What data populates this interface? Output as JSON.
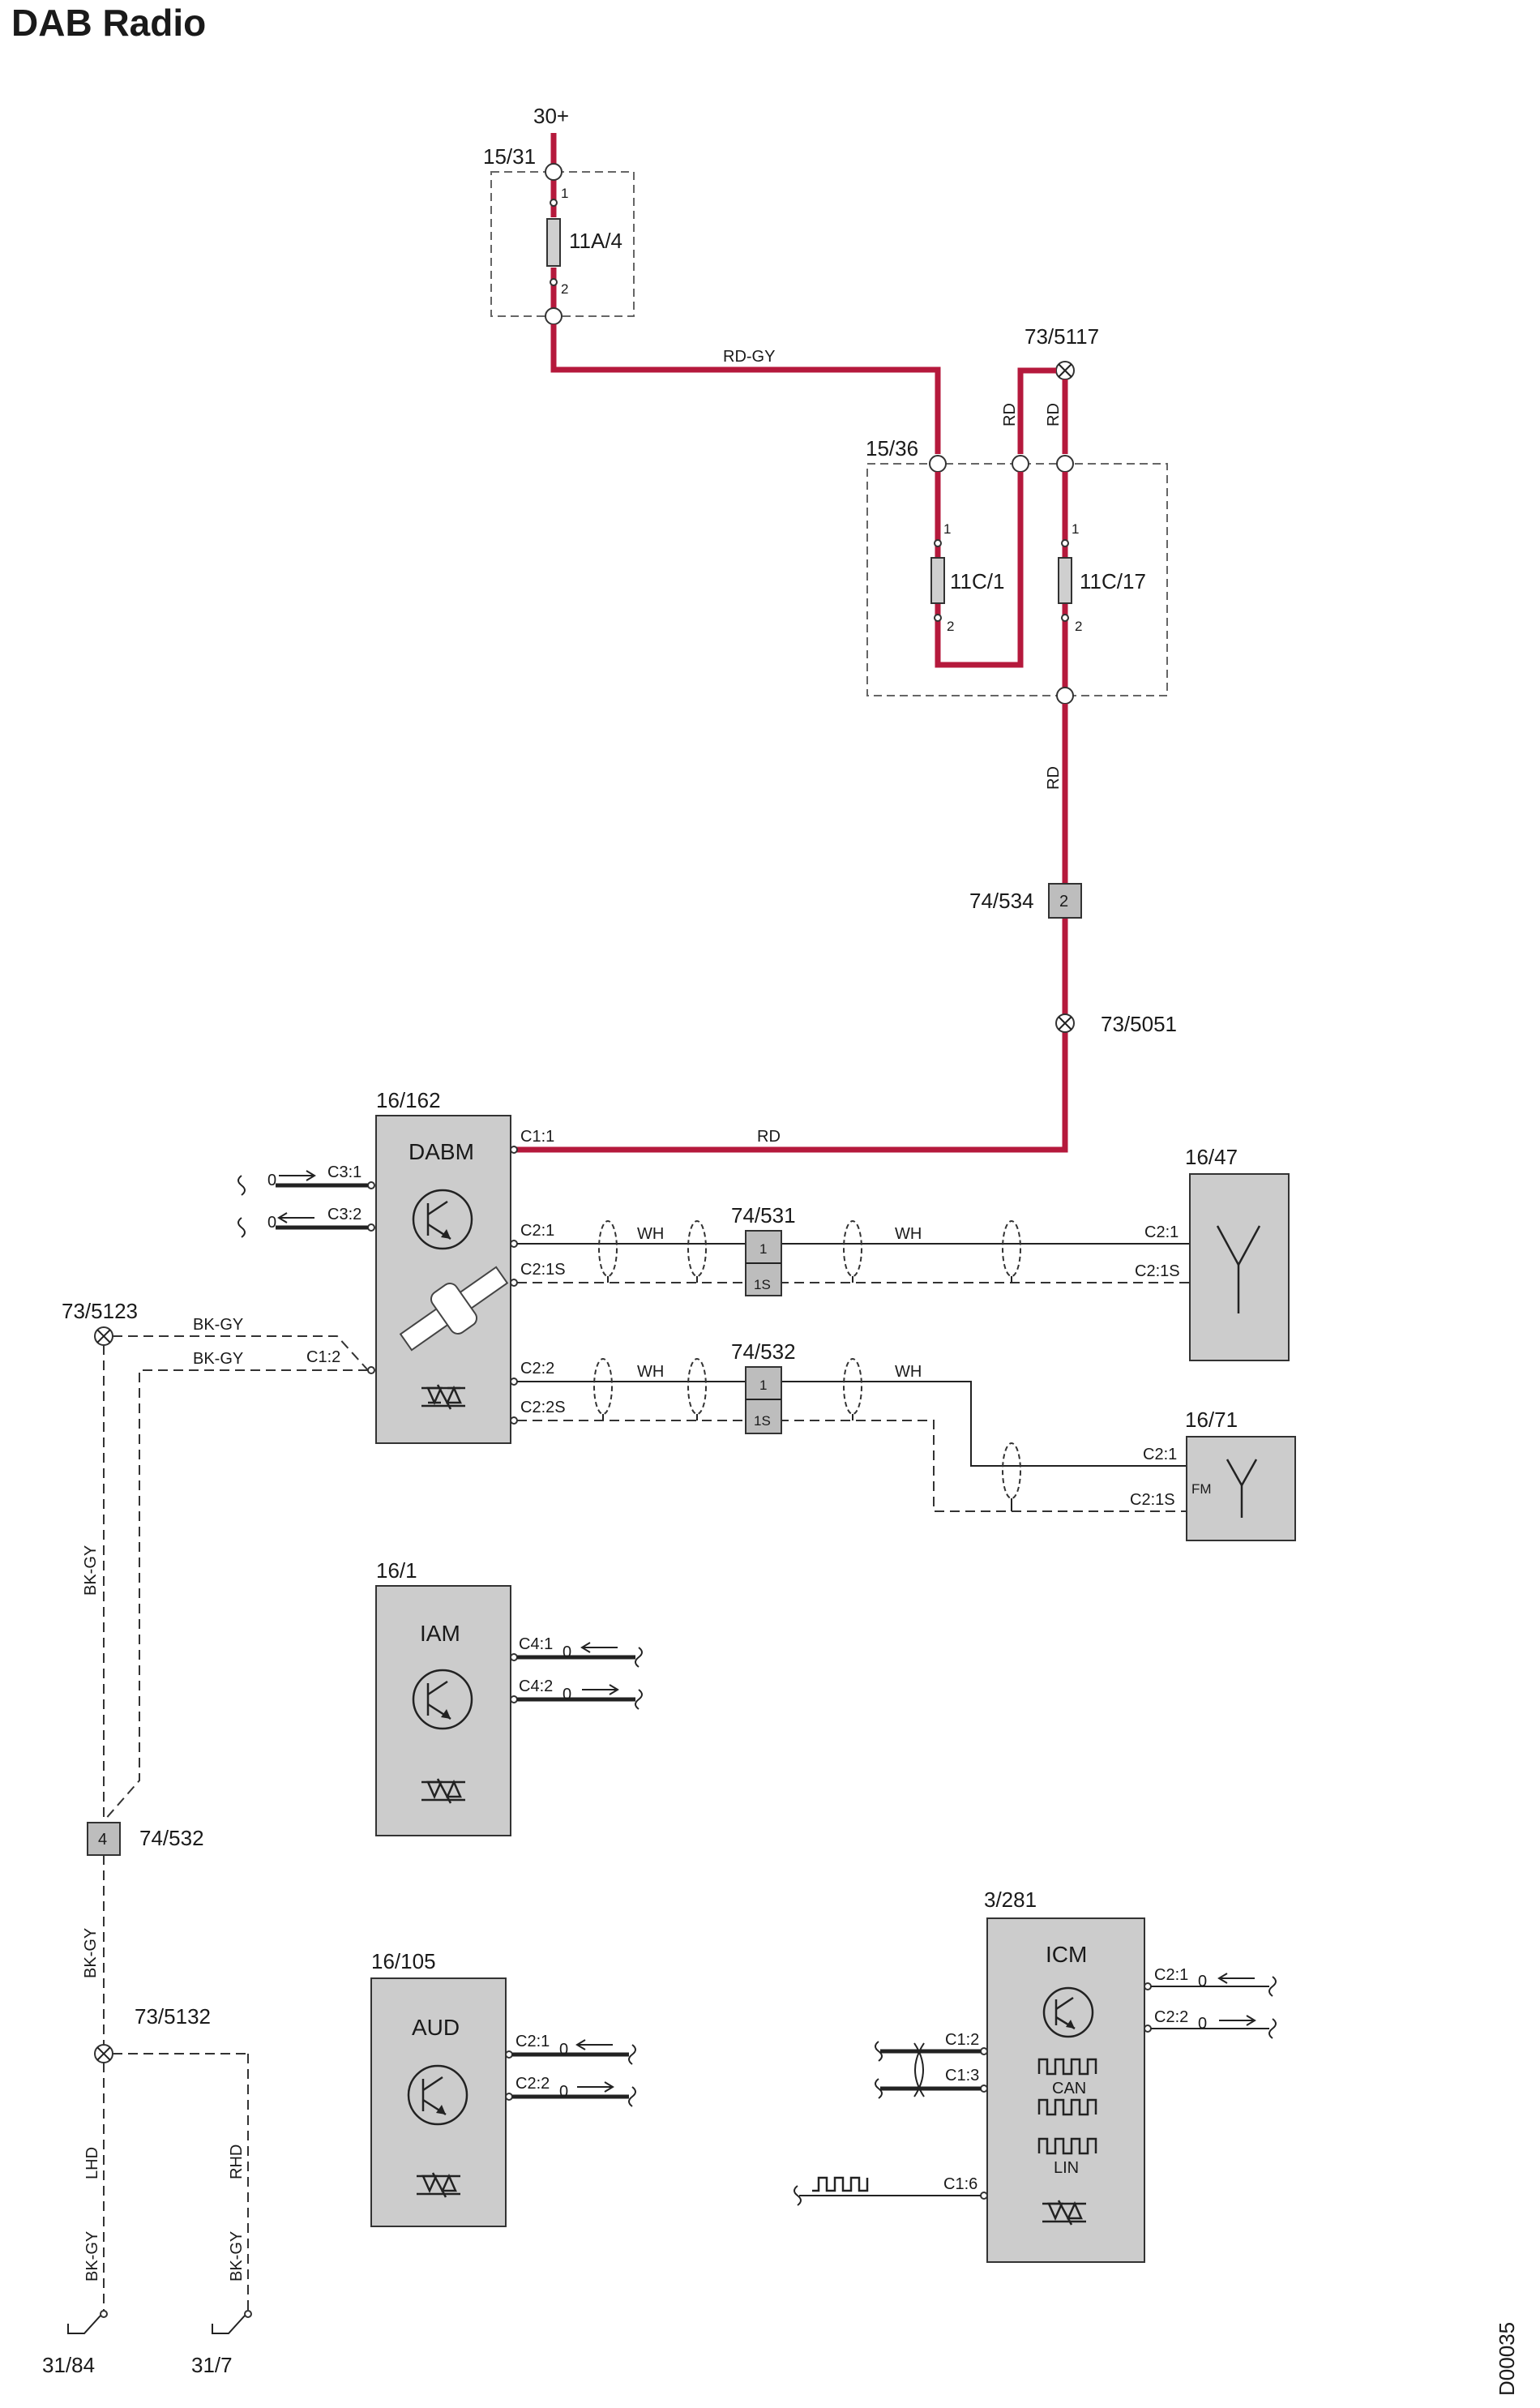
{
  "title": "DAB Radio",
  "doc_id": "D00035",
  "supply": "30+",
  "fuse_box_1": {
    "id": "15/31",
    "fuse": "11A/4",
    "pin_in": "1",
    "pin_out": "2"
  },
  "fuse_box_2": {
    "id": "15/36",
    "fuse_a": "11C/1",
    "fuse_b": "11C/17",
    "pin_in": "1",
    "pin_out": "2"
  },
  "splices": {
    "s5117": "73/5117",
    "s5051": "73/5051",
    "s5123": "73/5123",
    "s5132": "73/5132"
  },
  "connectors": {
    "c534": {
      "id": "74/534",
      "pin": "2"
    },
    "c531": {
      "id": "74/531",
      "pin": "1",
      "pin_s": "1S"
    },
    "c532": {
      "id": "74/532",
      "pin": "1",
      "pin_s": "1S"
    },
    "c532b": {
      "id": "74/532",
      "pin": "4"
    }
  },
  "wires": {
    "rd_gy": "RD-GY",
    "rd": "RD",
    "wh": "WH",
    "bk_gy": "BK-GY",
    "lhd": "LHD",
    "rhd": "RHD"
  },
  "dabm": {
    "id": "16/162",
    "name": "DABM",
    "pins": [
      "C1:1",
      "C3:1",
      "C3:2",
      "C2:1",
      "C2:1S",
      "C1:2",
      "C2:2",
      "C2:2S"
    ]
  },
  "antenna_dab": {
    "id": "16/47",
    "pins": [
      "C2:1",
      "C2:1S"
    ]
  },
  "antenna_fm": {
    "id": "16/71",
    "label": "FM",
    "pins": [
      "C2:1",
      "C2:1S"
    ]
  },
  "iam": {
    "id": "16/1",
    "name": "IAM",
    "pins": [
      "C4:1",
      "C4:2"
    ]
  },
  "aud": {
    "id": "16/105",
    "name": "AUD",
    "pins": [
      "C2:1",
      "C2:2"
    ]
  },
  "icm": {
    "id": "3/281",
    "name": "ICM",
    "pins": [
      "C2:1",
      "C2:2",
      "C1:2",
      "C1:3",
      "C1:6"
    ],
    "can": "CAN",
    "lin": "LIN"
  },
  "signal_zero": "0",
  "grounds": {
    "g1": "31/84",
    "g2": "31/7"
  }
}
